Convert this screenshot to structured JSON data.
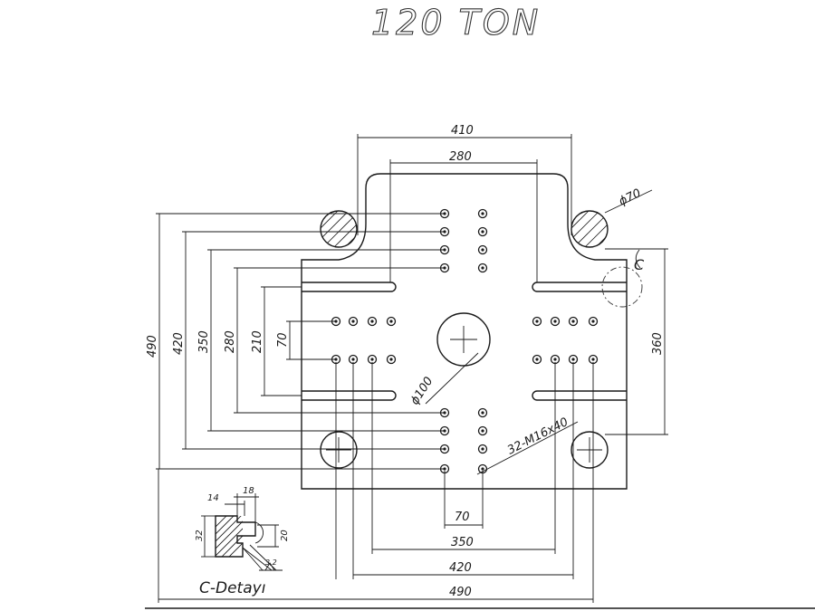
{
  "title": "120 TON",
  "dimensions": {
    "top_overall": "410",
    "top_inner": "280",
    "tie_bar_dia": "ϕ70",
    "center_hole_dia": "ϕ100",
    "thread_spec": "32-M16x40",
    "left_490": "490",
    "left_420": "420",
    "left_350": "350",
    "left_280": "280",
    "left_210": "210",
    "left_70": "70",
    "right_360": "360",
    "bottom_70": "70",
    "bottom_350": "350",
    "bottom_420": "420",
    "bottom_490": "490",
    "detail_14": "14",
    "detail_18": "18",
    "detail_32": "32",
    "detail_20": "20",
    "detail_32r": "3,2"
  },
  "detail": {
    "label": "C-Detayı",
    "marker": "C"
  }
}
